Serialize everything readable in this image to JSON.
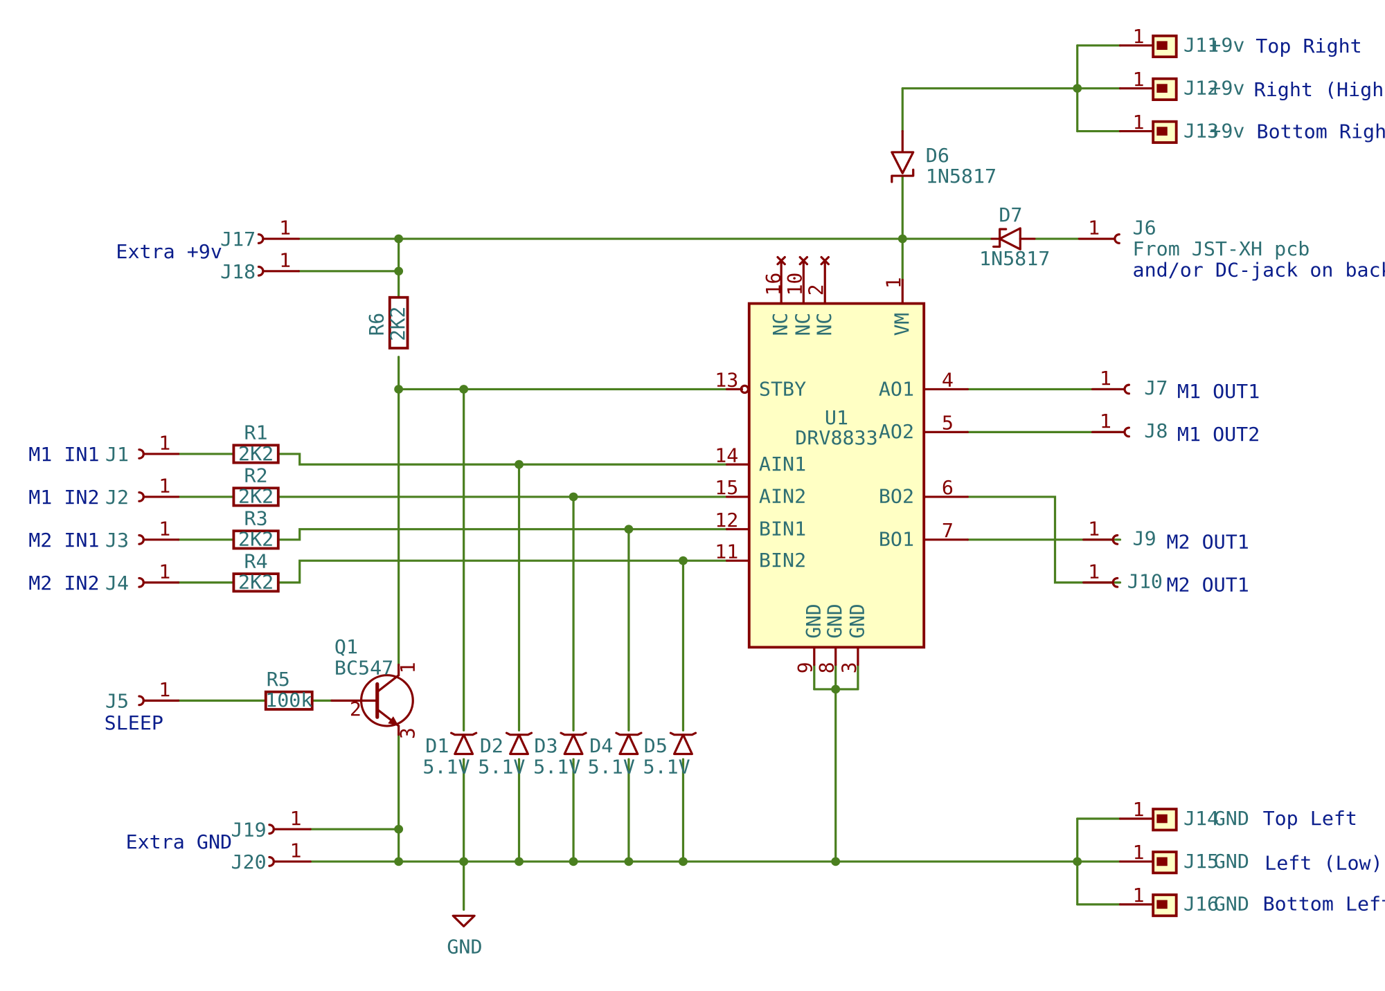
{
  "colors": {
    "wire": "#4a7f1f",
    "part": "#840000",
    "ic_fill": "#ffffc4",
    "ref_text": "#2e6f73",
    "net_label": "#0b1e8c"
  },
  "u1": {
    "ref": "U1",
    "value": "DRV8833",
    "pins": {
      "nc16": "NC",
      "nc10": "NC",
      "nc2": "NC",
      "vm": "VM",
      "stby": "STBY",
      "ain1": "AIN1",
      "ain2": "AIN2",
      "bin1": "BIN1",
      "bin2": "BIN2",
      "ao1": "AO1",
      "ao2": "AO2",
      "bo2": "BO2",
      "bo1": "BO1",
      "gnd9": "GND",
      "gnd8": "GND",
      "gnd3": "GND"
    },
    "pin_numbers": {
      "nc16": "16",
      "nc10": "10",
      "nc2": "2",
      "vm": "1",
      "stby": "13",
      "ain1": "14",
      "ain2": "15",
      "bin1": "12",
      "bin2": "11",
      "ao1": "4",
      "ao2": "5",
      "bo2": "6",
      "bo1": "7",
      "gnd9": "9",
      "gnd8": "8",
      "gnd3": "3"
    }
  },
  "pin_one": "1",
  "resistors": {
    "r1": {
      "ref": "R1",
      "value": "2K2"
    },
    "r2": {
      "ref": "R2",
      "value": "2K2"
    },
    "r3": {
      "ref": "R3",
      "value": "2K2"
    },
    "r4": {
      "ref": "R4",
      "value": "2K2"
    },
    "r5": {
      "ref": "R5",
      "value": "100k"
    },
    "r6": {
      "ref": "R6",
      "value": "2K2"
    }
  },
  "transistor": {
    "ref": "Q1",
    "value": "BC547",
    "pin1": "1",
    "pin2": "2",
    "pin3": "3"
  },
  "zeners": [
    {
      "ref": "D1",
      "value": "5.1V"
    },
    {
      "ref": "D2",
      "value": "5.1V"
    },
    {
      "ref": "D3",
      "value": "5.1V"
    },
    {
      "ref": "D4",
      "value": "5.1V"
    },
    {
      "ref": "D5",
      "value": "5.1V"
    }
  ],
  "schottky": {
    "d6": {
      "ref": "D6",
      "value": "1N5817"
    },
    "d7": {
      "ref": "D7",
      "value": "1N5817"
    }
  },
  "input_connectors": {
    "j1": {
      "ref": "J1",
      "label": "M1 IN1"
    },
    "j2": {
      "ref": "J2",
      "label": "M1 IN2"
    },
    "j3": {
      "ref": "J3",
      "label": "M2 IN1"
    },
    "j4": {
      "ref": "J4",
      "label": "M2 IN2"
    },
    "j5": {
      "ref": "J5",
      "label": "SLEEP"
    }
  },
  "output_connectors": {
    "j7": {
      "ref": "J7",
      "label": "M1 OUT1"
    },
    "j8": {
      "ref": "J8",
      "label": "M1 OUT2"
    },
    "j9": {
      "ref": "J9",
      "label": "M2 OUT1"
    },
    "j10": {
      "ref": "J10",
      "label": "M2 OUT1"
    }
  },
  "power": {
    "j6": {
      "ref": "J6",
      "note1": "From JST-XH pcb",
      "note2": "and/or DC-jack on back"
    },
    "j17": {
      "ref": "J17"
    },
    "j18": {
      "ref": "J18"
    },
    "extra_9v_label": "Extra +9v",
    "j19": {
      "ref": "J19"
    },
    "j20": {
      "ref": "J20"
    },
    "extra_gnd_label": "Extra GND",
    "gnd_symbol": "GND"
  },
  "header_connectors": {
    "j11": {
      "ref": "J11",
      "value": "+9v",
      "label": "Top Right"
    },
    "j12": {
      "ref": "J12",
      "value": "+9v",
      "label": "Right (High)"
    },
    "j13": {
      "ref": "J13",
      "value": "+9v",
      "label": "Bottom Right"
    },
    "j14": {
      "ref": "J14",
      "value": "GND",
      "label": "Top Left"
    },
    "j15": {
      "ref": "J15",
      "value": "GND",
      "label": "Left (Low)"
    },
    "j16": {
      "ref": "J16",
      "value": "GND",
      "label": "Bottom Left"
    }
  }
}
